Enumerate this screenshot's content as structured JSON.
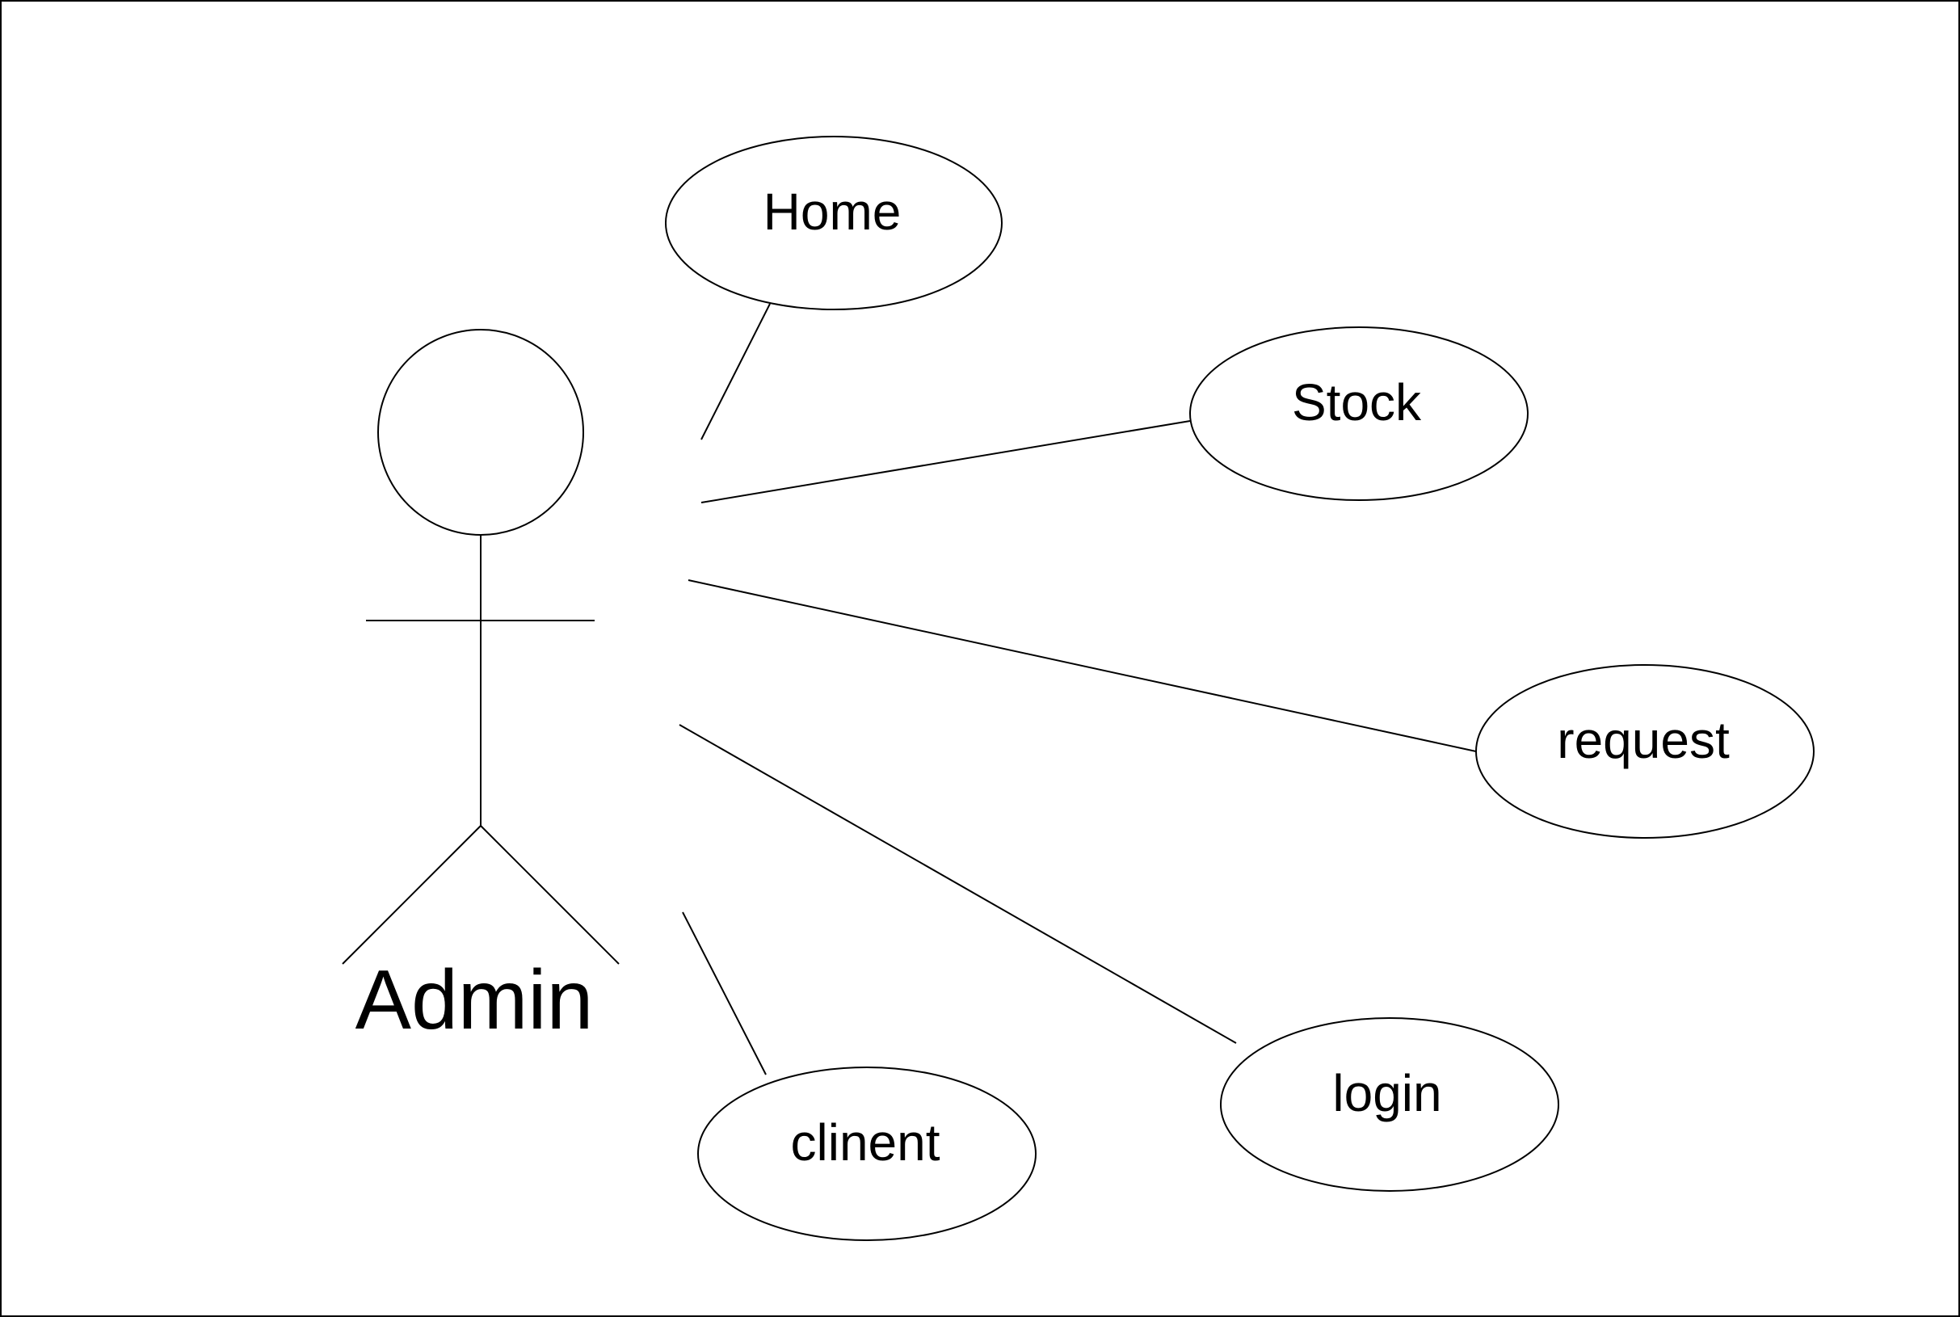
{
  "diagram": {
    "type": "use-case",
    "actor": {
      "name": "Admin"
    },
    "use_cases": [
      {
        "id": "home",
        "label": "Home"
      },
      {
        "id": "stock",
        "label": "Stock"
      },
      {
        "id": "request",
        "label": "request"
      },
      {
        "id": "login",
        "label": "login"
      },
      {
        "id": "clinent",
        "label": "clinent"
      }
    ],
    "associations": [
      {
        "from": "Admin",
        "to": "home"
      },
      {
        "from": "Admin",
        "to": "stock"
      },
      {
        "from": "Admin",
        "to": "request"
      },
      {
        "from": "Admin",
        "to": "login"
      },
      {
        "from": "Admin",
        "to": "clinent"
      }
    ],
    "colors": {
      "stroke": "#000000",
      "background": "#ffffff"
    }
  }
}
